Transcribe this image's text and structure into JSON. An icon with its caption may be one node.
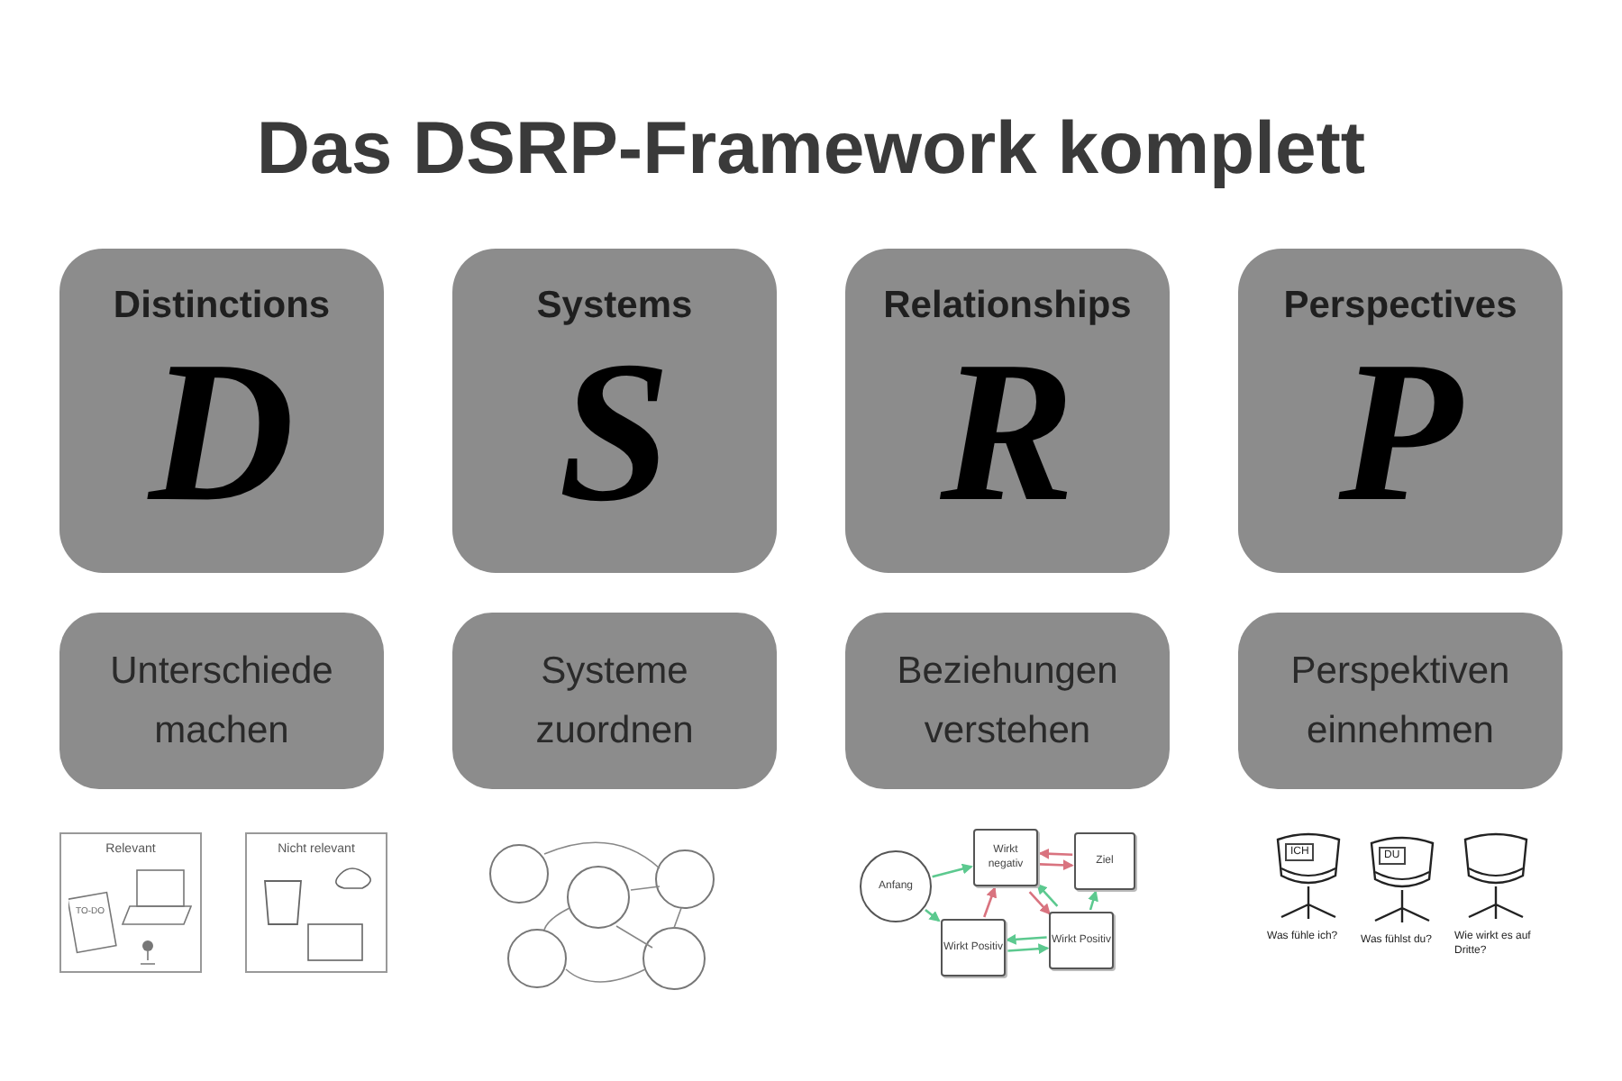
{
  "diagram": {
    "title": "Das DSRP-Framework komplett",
    "nodes": [
      {
        "text": [
          "Distinctions",
          "D"
        ]
      },
      {
        "text": [
          "Systems",
          "S"
        ]
      },
      {
        "text": [
          "Relationships",
          "R"
        ]
      },
      {
        "text": [
          "Perspectives",
          "P"
        ]
      },
      {
        "text": [
          "Unterschiede machen"
        ]
      },
      {
        "text": [
          "Systeme zuordnen"
        ]
      },
      {
        "text": [
          "Beziehungen verstehen"
        ]
      },
      {
        "text": [
          "Perspektiven einnehmen"
        ]
      },
      {
        "text": [
          "Anfang"
        ]
      },
      {
        "text": [
          "Wirkt negativ"
        ]
      },
      {
        "text": [
          "Ziel"
        ]
      },
      {
        "text": [
          "Wirkt Positiv"
        ]
      },
      {
        "text": [
          "Wirkt Positiv"
        ]
      }
    ],
    "edges": [
      {
        "from": 8,
        "to": 9,
        "arrow": "to"
      },
      {
        "from": 8,
        "to": 11,
        "arrow": "to"
      },
      {
        "from": 9,
        "to": 10,
        "arrow": "to",
        "color": "#d9737f"
      },
      {
        "from": 10,
        "to": 9,
        "arrow": "to",
        "color": "#d9737f"
      },
      {
        "from": 9,
        "to": 12,
        "arrow": "to",
        "color": "#d9737f"
      },
      {
        "from": 12,
        "to": 9,
        "arrow": "to"
      },
      {
        "from": 11,
        "to": 9,
        "arrow": "to",
        "color": "#d9737f"
      },
      {
        "from": 11,
        "to": 12,
        "arrow": "to"
      },
      {
        "from": 12,
        "to": 11,
        "arrow": "to"
      },
      {
        "from": 12,
        "to": 10,
        "arrow": "to"
      }
    ],
    "labels": [
      "Relevant",
      "TO-DO",
      "Nicht relevant",
      "ICH",
      "DU",
      "Was fühle ich?",
      "Was fühlst du?",
      "Wie wirkt es auf Dritte?"
    ]
  }
}
